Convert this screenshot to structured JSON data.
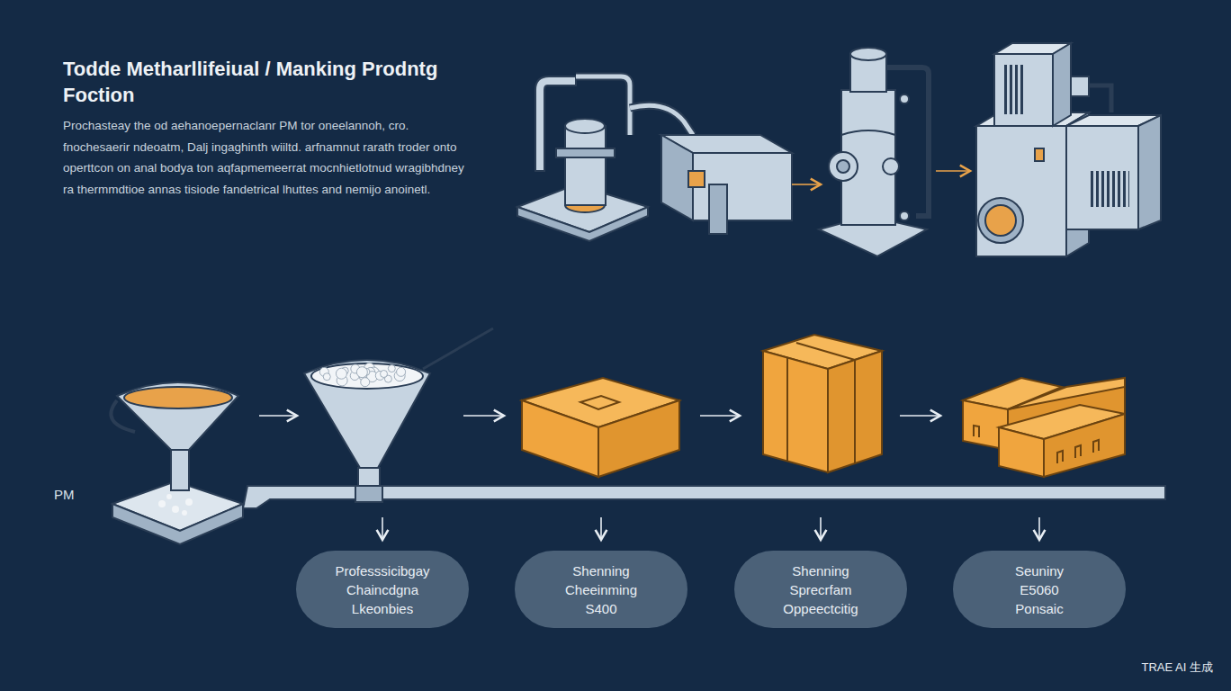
{
  "diagram": {
    "title": "Todde Metharllifeiual / Manking Prodntg Foction",
    "nodes": [
      {
        "text": [
          "Professsicibgay",
          "Chaincdgna",
          "Lkeonbies"
        ]
      },
      {
        "text": [
          "Shenning",
          "Cheeinming",
          "S400"
        ]
      },
      {
        "text": [
          "Shenning",
          "Sprecrfam",
          "Oppeectcitig"
        ]
      },
      {
        "text": [
          "Seuniny",
          "E5060",
          "Ponsaic"
        ]
      }
    ],
    "labels": [
      "Prochasteay the od aehanoepernaclanr PM tor oneelannoh, cro. fnochesaerir ndeoatm, Dalj ingaghinth wiiltd. arfnamnut rarath troder onto operttcon on anal bodya ton aqfapmemeerrat mocnhietlotnud wragibhdney ra thermmdtioe annas tisiode fandetrical lhuttes and nemijo anoinetl.",
      "PM",
      "TRAE AI 生成"
    ]
  }
}
